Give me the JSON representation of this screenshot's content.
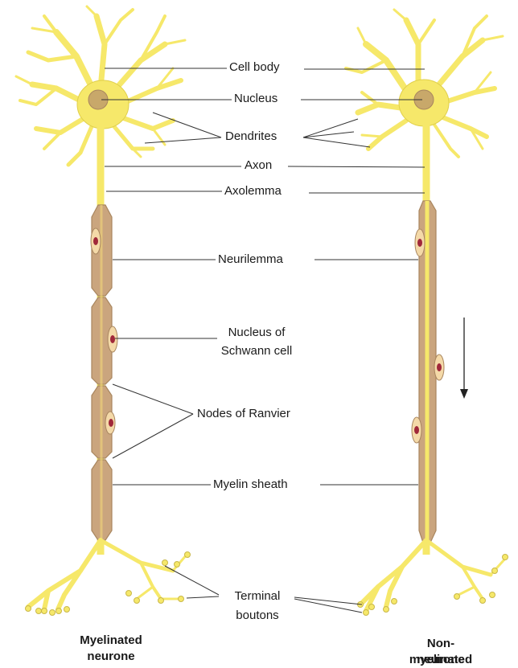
{
  "labels": {
    "cell_body": "Cell body",
    "nucleus": "Nucleus",
    "dendrites": "Dendrites",
    "axon": "Axon",
    "axolemma": "Axolemma",
    "neurilemma": "Neurilemma",
    "nucleus_schwann_line1": "Nucleus of",
    "nucleus_schwann_line2": "Schwann cell",
    "nodes_ranvier": "Nodes of Ranvier",
    "myelin_sheath": "Myelin sheath",
    "terminal_line1": "Terminal",
    "terminal_line2": "boutons"
  },
  "captions": {
    "left_line1": "Myelinated",
    "left_line2": "neurone",
    "right_line1": "Non-myelinated",
    "right_line2": "neurone"
  },
  "colors": {
    "neuron": "#f6e86a",
    "neuron_outline": "#e0cf4a",
    "nucleus": "#c8a86a",
    "sheath": "#caa57e",
    "sheath_outline": "#a9865f",
    "schwann_nucleus": "#a0283a",
    "leader": "#333333"
  }
}
